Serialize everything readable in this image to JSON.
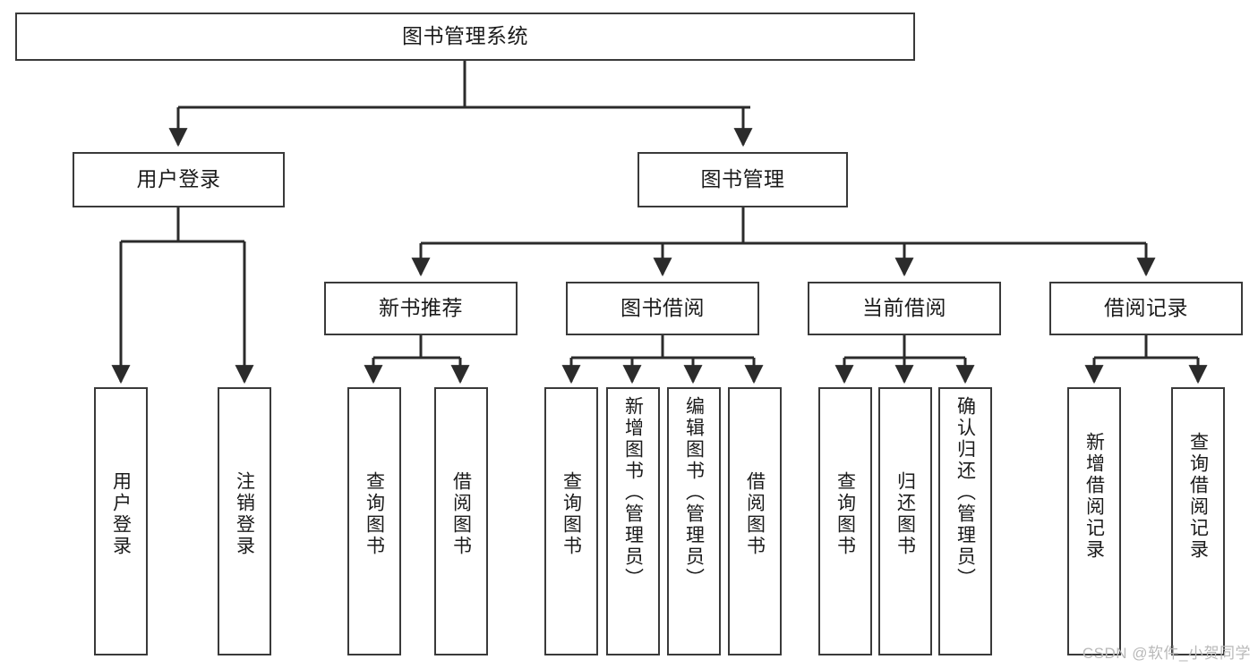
{
  "diagram": {
    "type": "tree",
    "title_node": "图书管理系统",
    "watermark": "CSDN @软件_小贺同学",
    "colors": {
      "box_border": "#3a3a3a",
      "box_fill": "#ffffff",
      "connector": "#2b2b2b",
      "text": "#1b1b1b",
      "watermark": "#b9b9b9",
      "background": "#ffffff"
    },
    "nodes": {
      "root": {
        "label": "图书管理系统",
        "level": 1,
        "orientation": "horizontal"
      },
      "l2": [
        {
          "id": "user-login",
          "label": "用户登录",
          "level": 2,
          "orientation": "horizontal"
        },
        {
          "id": "book-manage",
          "label": "图书管理",
          "level": 2,
          "orientation": "horizontal"
        }
      ],
      "l3": [
        {
          "id": "new-book-rec",
          "label": "新书推荐",
          "level": 3,
          "orientation": "horizontal"
        },
        {
          "id": "book-borrow",
          "label": "图书借阅",
          "level": 3,
          "orientation": "horizontal"
        },
        {
          "id": "current-borrow",
          "label": "当前借阅",
          "level": 3,
          "orientation": "horizontal"
        },
        {
          "id": "borrow-record",
          "label": "借阅记录",
          "level": 3,
          "orientation": "horizontal"
        }
      ],
      "leaves": [
        {
          "id": "leaf-user-login",
          "label": "用户登录",
          "parent": "user-login",
          "orientation": "vertical"
        },
        {
          "id": "leaf-logout",
          "label": "注销登录",
          "parent": "user-login",
          "orientation": "vertical"
        },
        {
          "id": "leaf-query-book-1",
          "label": "查询图书",
          "parent": "new-book-rec",
          "orientation": "vertical"
        },
        {
          "id": "leaf-borrow-book-1",
          "label": "借阅图书",
          "parent": "new-book-rec",
          "orientation": "vertical"
        },
        {
          "id": "leaf-query-book-2",
          "label": "查询图书",
          "parent": "book-borrow",
          "orientation": "vertical"
        },
        {
          "id": "leaf-add-book",
          "label": "新增图书（管理员）",
          "parent": "book-borrow",
          "orientation": "vertical"
        },
        {
          "id": "leaf-edit-book",
          "label": "编辑图书（管理员）",
          "parent": "book-borrow",
          "orientation": "vertical"
        },
        {
          "id": "leaf-borrow-book-2",
          "label": "借阅图书",
          "parent": "book-borrow",
          "orientation": "vertical"
        },
        {
          "id": "leaf-query-book-3",
          "label": "查询图书",
          "parent": "current-borrow",
          "orientation": "vertical"
        },
        {
          "id": "leaf-return-book",
          "label": "归还图书",
          "parent": "current-borrow",
          "orientation": "vertical"
        },
        {
          "id": "leaf-confirm-return",
          "label": "确认归还（管理员）",
          "parent": "current-borrow",
          "orientation": "vertical"
        },
        {
          "id": "leaf-add-record",
          "label": "新增借阅记录",
          "parent": "borrow-record",
          "orientation": "vertical"
        },
        {
          "id": "leaf-query-record",
          "label": "查询借阅记录",
          "parent": "borrow-record",
          "orientation": "vertical"
        }
      ]
    }
  }
}
